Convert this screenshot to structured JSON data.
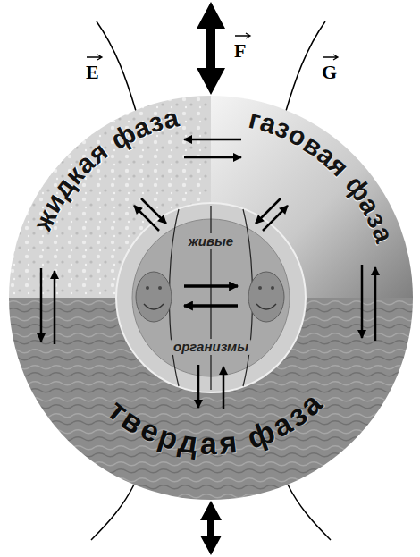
{
  "diagram": {
    "nodes": [
      {
        "text": [
          "жидкая фаза"
        ]
      },
      {
        "text": [
          "газовая фаза"
        ]
      },
      {
        "text": [
          "твердая фаза"
        ]
      },
      {
        "text": [
          "живые",
          "организмы"
        ]
      }
    ],
    "edges": [
      {
        "from": 0,
        "to": 1,
        "arrow": "both"
      },
      {
        "from": 0,
        "to": 2,
        "arrow": "both"
      },
      {
        "from": 1,
        "to": 2,
        "arrow": "both"
      },
      {
        "from": 3,
        "to": 0,
        "arrow": "both"
      },
      {
        "from": 3,
        "to": 1,
        "arrow": "both"
      },
      {
        "from": 3,
        "to": 2,
        "arrow": "both"
      }
    ],
    "labels": [
      "E",
      "F",
      "G"
    ]
  }
}
